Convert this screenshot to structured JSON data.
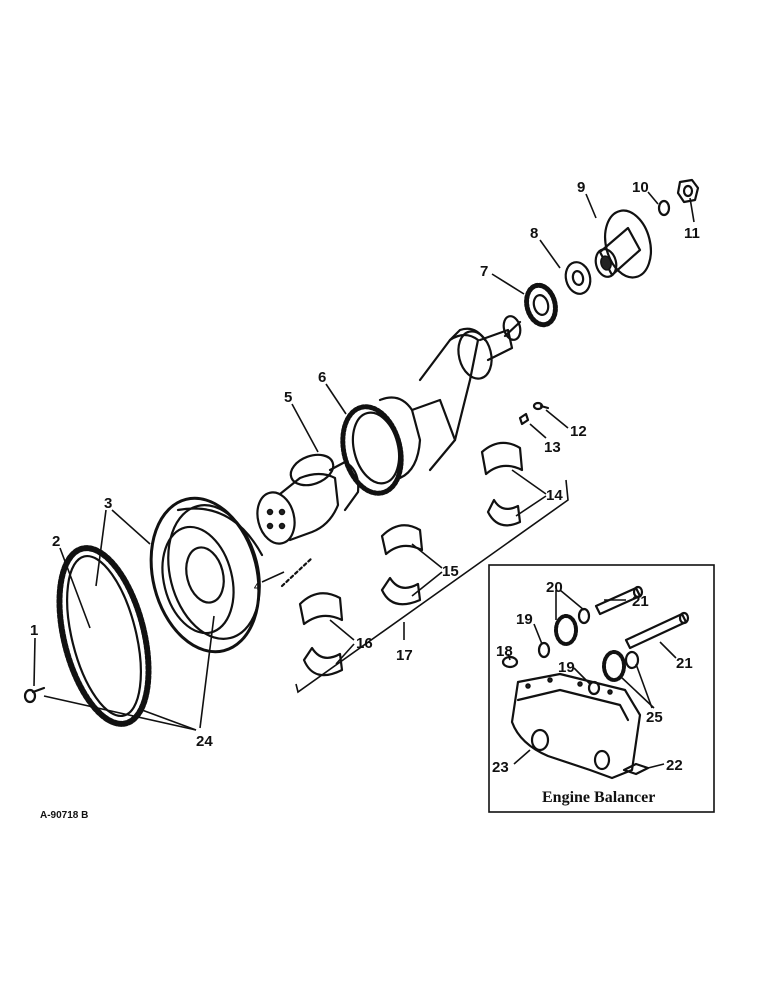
{
  "callouts": {
    "c1": "1",
    "c2": "2",
    "c3": "3",
    "c4": "4",
    "c5": "5",
    "c6": "6",
    "c7": "7",
    "c8": "8",
    "c9": "9",
    "c10": "10",
    "c11": "11",
    "c12": "12",
    "c13": "13",
    "c14": "14",
    "c15": "15",
    "c16": "16",
    "c17": "17",
    "c18": "18",
    "c19a": "19",
    "c19b": "19",
    "c20": "20",
    "c21a": "21",
    "c21b": "21",
    "c22": "22",
    "c23": "23",
    "c24": "24",
    "c25": "25"
  },
  "inset": {
    "title": "Engine Balancer"
  },
  "drawing_code": "A-90718 B"
}
